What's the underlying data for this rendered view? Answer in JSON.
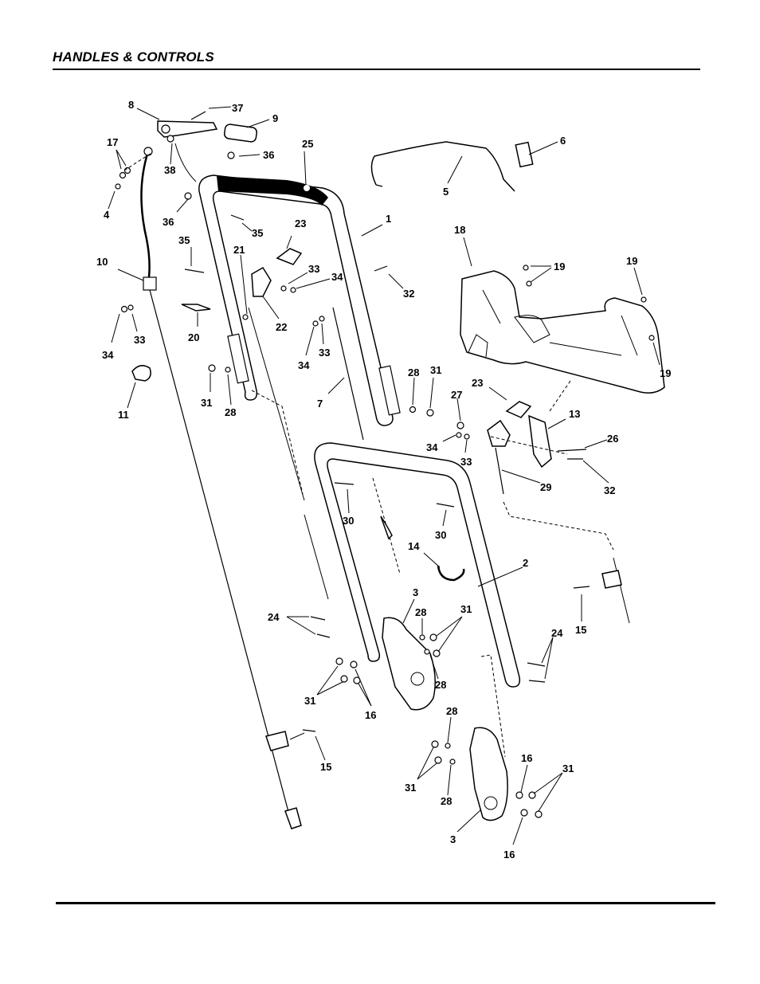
{
  "header": {
    "title": "HANDLES & CONTROLS"
  },
  "callouts": {
    "c1": "1",
    "c2": "2",
    "c3a": "3",
    "c3b": "3",
    "c4": "4",
    "c5": "5",
    "c6": "6",
    "c7": "7",
    "c8": "8",
    "c9": "9",
    "c10": "10",
    "c11": "11",
    "c13": "13",
    "c14": "14",
    "c15a": "15",
    "c15b": "15",
    "c16a": "16",
    "c16b": "16",
    "c16c": "16",
    "c17": "17",
    "c18": "18",
    "c19a": "19",
    "c19b": "19",
    "c19c": "19",
    "c20": "20",
    "c21": "21",
    "c22": "22",
    "c23a": "23",
    "c23b": "23",
    "c24a": "24",
    "c24b": "24",
    "c25": "25",
    "c26": "26",
    "c27": "27",
    "c28a": "28",
    "c28b": "28",
    "c28c": "28",
    "c28d": "28",
    "c28e": "28",
    "c28f": "28",
    "c29": "29",
    "c30a": "30",
    "c30b": "30",
    "c31a": "31",
    "c31b": "31",
    "c31c": "31",
    "c31d": "31",
    "c31e": "31",
    "c31f": "31",
    "c32a": "32",
    "c32b": "32",
    "c33a": "33",
    "c33b": "33",
    "c33c": "33",
    "c33d": "33",
    "c34a": "34",
    "c34b": "34",
    "c34c": "34",
    "c34d": "34",
    "c35a": "35",
    "c35b": "35",
    "c36a": "36",
    "c36b": "36",
    "c37": "37",
    "c38": "38"
  }
}
